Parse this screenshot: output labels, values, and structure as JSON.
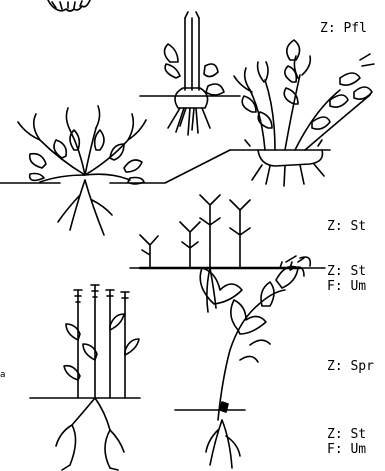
{
  "labels": {
    "l1": "Z: Pfl",
    "l2": "Z: St",
    "l3": "Z: St",
    "l4": "F: Um",
    "l5": "Z: Spr",
    "l6": "Z: St",
    "l7": "F: Um",
    "side_a": "a"
  },
  "colors": {
    "ink": "#000000",
    "paper": "#ffffff"
  }
}
